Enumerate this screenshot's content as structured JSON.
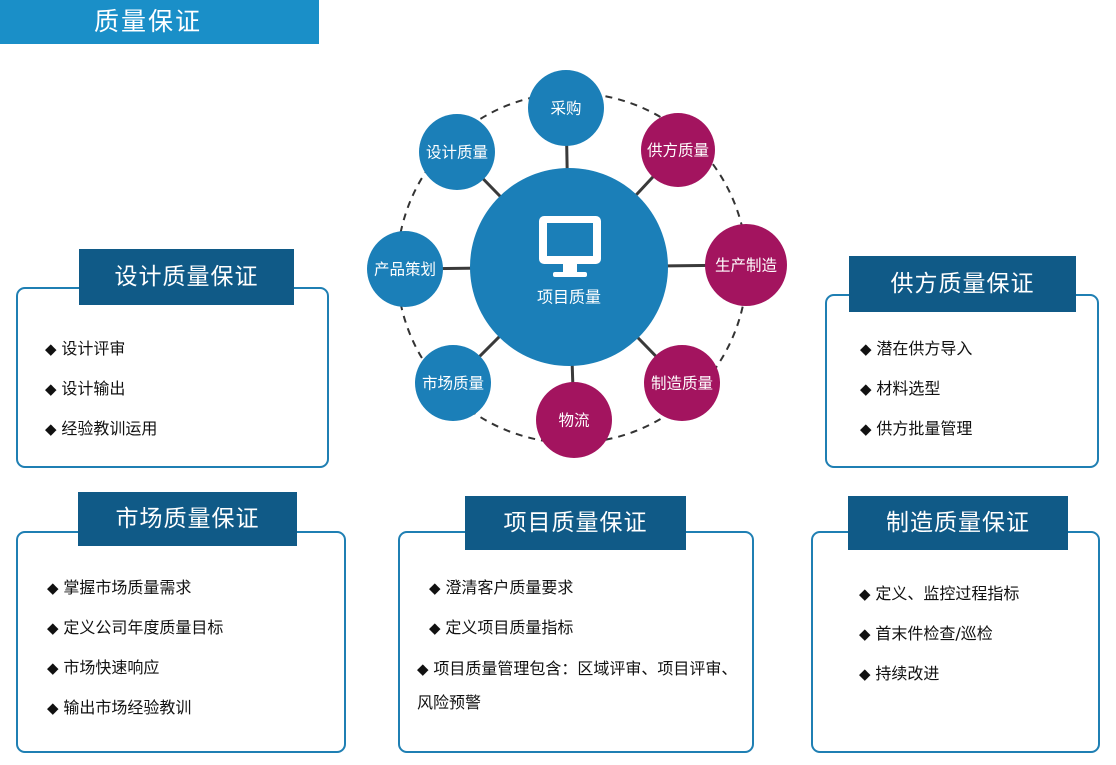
{
  "header": {
    "title": "质量保证"
  },
  "hub": {
    "center_label": "项目质量",
    "center_icon": "monitor-icon",
    "colors": {
      "blue": "#1b7fb8",
      "magenta": "#a3145f"
    },
    "nodes": [
      {
        "label": "采购",
        "color": "blue"
      },
      {
        "label": "供方质量",
        "color": "magenta"
      },
      {
        "label": "生产制造",
        "color": "magenta"
      },
      {
        "label": "制造质量",
        "color": "magenta"
      },
      {
        "label": "物流",
        "color": "magenta"
      },
      {
        "label": "市场质量",
        "color": "blue"
      },
      {
        "label": "产品策划",
        "color": "blue"
      },
      {
        "label": "设计质量",
        "color": "blue"
      }
    ]
  },
  "boxes": {
    "design": {
      "title": "设计质量保证",
      "items": [
        "设计评审",
        "设计输出",
        "经验教训运用"
      ]
    },
    "supplier": {
      "title": "供方质量保证",
      "items": [
        "潜在供方导入",
        "材料选型",
        "供方批量管理"
      ]
    },
    "market": {
      "title": "市场质量保证",
      "items": [
        "掌握市场质量需求",
        "定义公司年度质量目标",
        "市场快速响应",
        "输出市场经验教训"
      ]
    },
    "project": {
      "title": "项目质量保证",
      "items": [
        "澄清客户质量要求",
        "定义项目质量指标",
        "项目质量管理包含：区域评审、项目评审、风险预警"
      ]
    },
    "manufacturing": {
      "title": "制造质量保证",
      "items": [
        "定义、监控过程指标",
        "首末件检查/巡检",
        "持续改进"
      ]
    }
  }
}
